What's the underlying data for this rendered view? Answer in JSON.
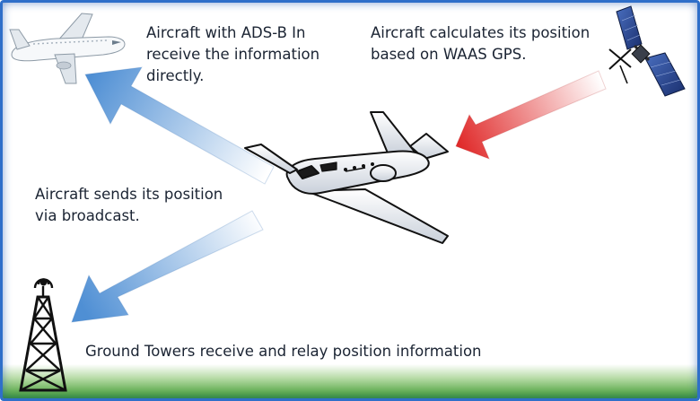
{
  "captions": {
    "adsb_in": [
      "Aircraft with ADS-B In",
      "receive the information",
      "directly."
    ],
    "waas": [
      "Aircraft calculates its position",
      "based on WAAS GPS."
    ],
    "broadcast": [
      "Aircraft sends its position",
      "via broadcast."
    ],
    "ground_towers": "Ground Towers receive and relay position information"
  },
  "colors": {
    "border": "#2f6fc9",
    "blue_arrow": "#4f8fd4",
    "red_arrow": "#e02a2a",
    "ground": "#3d9a2c",
    "text": "#1b2433"
  },
  "icons": {
    "airliner": "airliner-icon",
    "satellite": "satellite-icon",
    "business_jet": "business-jet-icon",
    "radio_tower": "radio-tower-icon"
  }
}
